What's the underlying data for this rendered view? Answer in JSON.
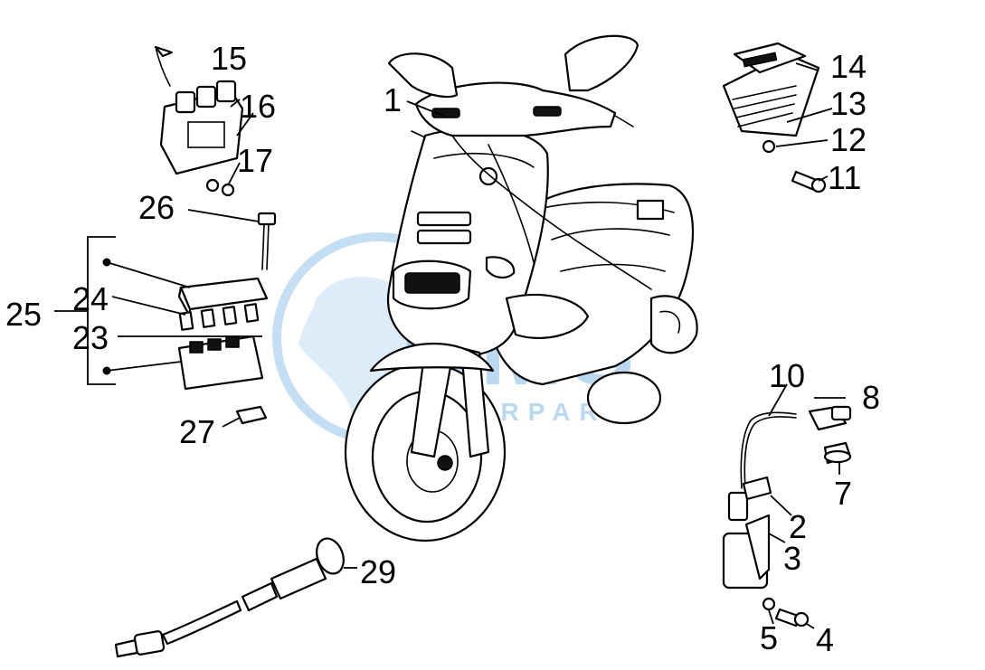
{
  "labels": {
    "l1": "1",
    "l2": "2",
    "l3": "3",
    "l4": "4",
    "l5": "5",
    "l7": "7",
    "l8": "8",
    "l10": "10",
    "l11": "11",
    "l12": "12",
    "l13": "13",
    "l14": "14",
    "l15": "15",
    "l16": "16",
    "l17": "17",
    "l23": "23",
    "l24": "24",
    "l25": "25",
    "l26": "26",
    "l27": "27",
    "l29": "29"
  },
  "watermark": {
    "brand": "CMS",
    "sub": "MOTORPARTS"
  },
  "colors": {
    "line": "#000000",
    "watermark": "#3b95d6"
  }
}
